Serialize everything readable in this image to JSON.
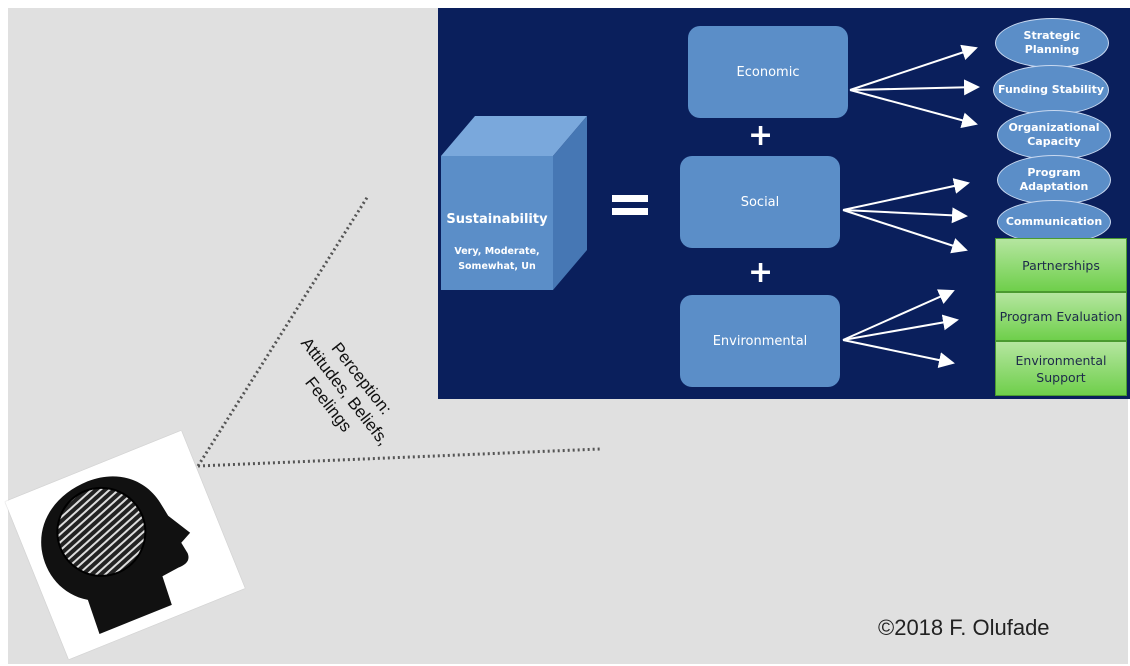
{
  "sustainability": {
    "title": "Sustainability",
    "subtitle": "Very, Moderate, Somewhat, Un"
  },
  "dimensions": [
    {
      "label": "Economic"
    },
    {
      "label": "Social"
    },
    {
      "label": "Environmental"
    }
  ],
  "factors_blue": [
    {
      "label": "Strategic Planning"
    },
    {
      "label": "Funding Stability"
    },
    {
      "label": "Organizational Capacity"
    },
    {
      "label": "Program Adaptation"
    },
    {
      "label": "Communication"
    }
  ],
  "factors_green": [
    {
      "label": "Partnerships"
    },
    {
      "label": "Program Evaluation"
    },
    {
      "label": "Environmental Support"
    }
  ],
  "perception_text": "Perception: Attitudes, Beliefs, Feelings",
  "copyright": "©2018 F. Olufade",
  "colors": {
    "panel": "#0a1f5c",
    "box": "#5b8ec8",
    "green": "#6fcf4b",
    "background": "#e0e0e0"
  }
}
